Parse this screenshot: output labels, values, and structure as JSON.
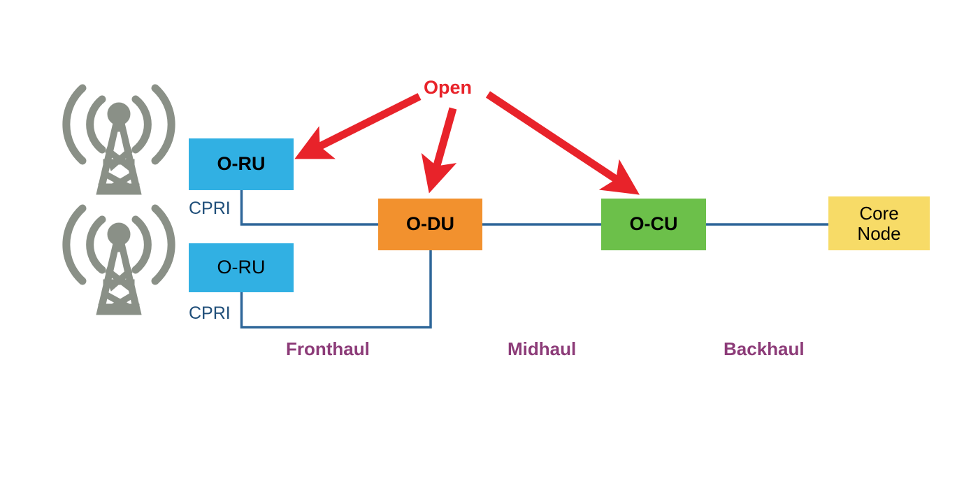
{
  "diagram": {
    "title_annotation": "Open",
    "nodes": [
      {
        "id": "oru-top",
        "label": "O-RU",
        "color": "#31b0e3"
      },
      {
        "id": "oru-bottom",
        "label": "O-RU",
        "color": "#31b0e3"
      },
      {
        "id": "odu",
        "label": "O-DU",
        "color": "#f2912e"
      },
      {
        "id": "ocu",
        "label": "O-CU",
        "color": "#6cc04a"
      },
      {
        "id": "core-node",
        "label_line1": "Core",
        "label_line2": "Node",
        "color": "#f7db67"
      }
    ],
    "link_labels": [
      {
        "id": "cpri-top",
        "text": "CPRI"
      },
      {
        "id": "cpri-bottom",
        "text": "CPRI"
      }
    ],
    "segments": [
      {
        "id": "fronthaul",
        "label": "Fronthaul"
      },
      {
        "id": "midhaul",
        "label": "Midhaul"
      },
      {
        "id": "backhaul",
        "label": "Backhaul"
      }
    ],
    "icons": [
      {
        "id": "cell-tower-top",
        "name": "cell-tower-icon",
        "color": "#8a9087"
      },
      {
        "id": "cell-tower-bottom",
        "name": "cell-tower-icon",
        "color": "#8a9087"
      }
    ],
    "colors": {
      "accent_red": "#e8232a",
      "link_blue": "#2e6699",
      "cpri_text": "#1f4e79",
      "haul_text": "#8c3b78",
      "tower_gray": "#8a9087",
      "background": "#ffffff"
    }
  }
}
